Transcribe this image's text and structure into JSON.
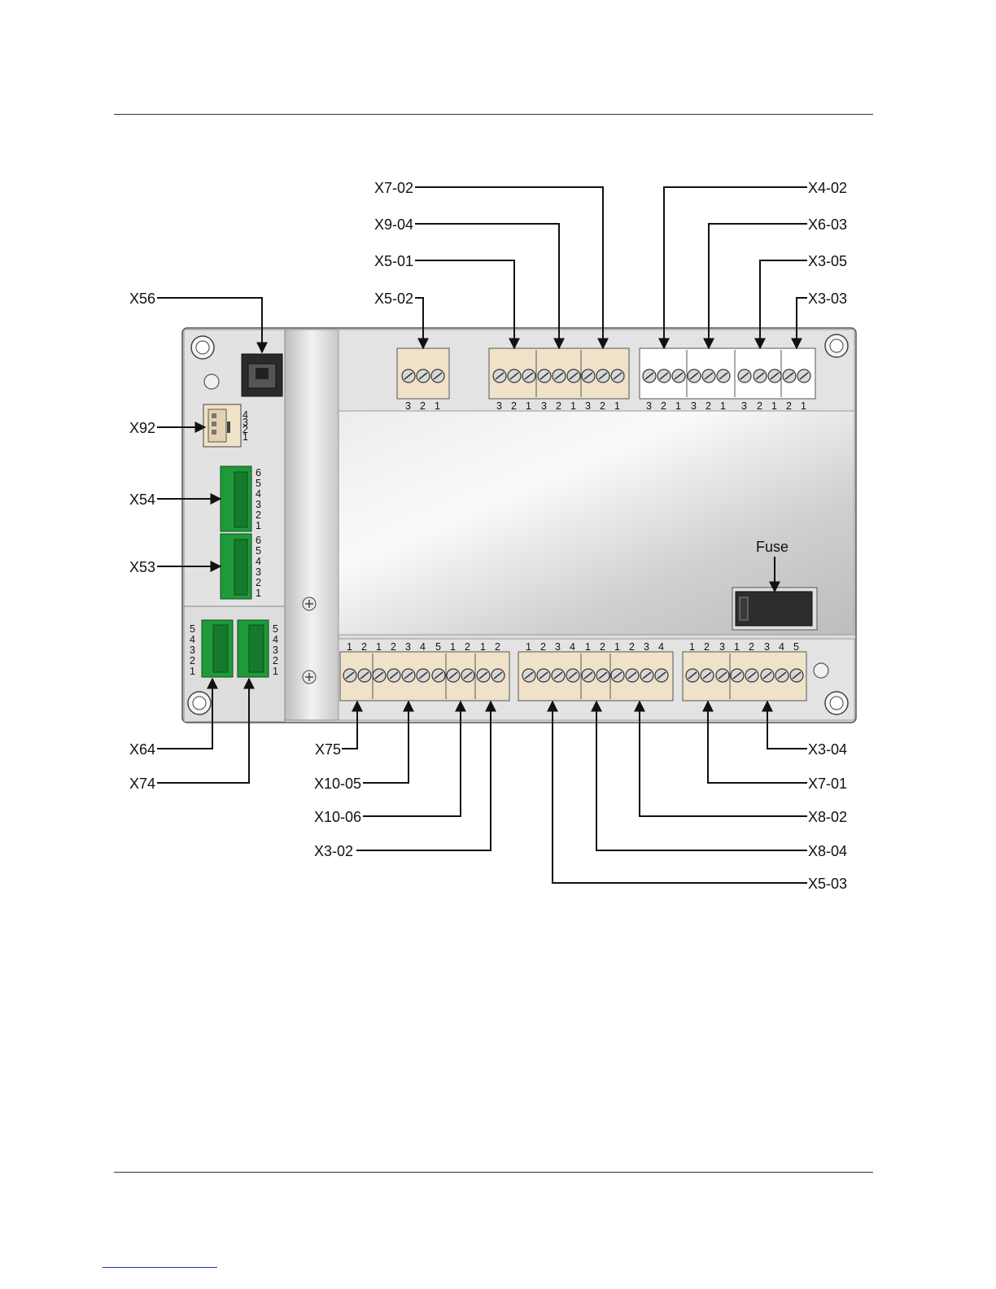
{
  "diagram": {
    "labels": {
      "x56": "X56",
      "x92": "X92",
      "x54": "X54",
      "x53": "X53",
      "x64": "X64",
      "x74": "X74",
      "x7_02": "X7-02",
      "x9_04": "X9-04",
      "x5_01": "X5-01",
      "x5_02": "X5-02",
      "x4_02": "X4-02",
      "x6_03": "X6-03",
      "x3_05": "X3-05",
      "x3_03": "X3-03",
      "x75": "X75",
      "x10_05": "X10-05",
      "x10_06": "X10-06",
      "x3_02": "X3-02",
      "x3_04": "X3-04",
      "x7_01": "X7-01",
      "x8_02": "X8-02",
      "x8_04": "X8-04",
      "x5_03": "X5-03",
      "fuse": "Fuse"
    },
    "pin_numbers": {
      "top_x5_02": [
        "3",
        "2",
        "1"
      ],
      "top_group_a": [
        "3",
        "2",
        "1",
        "3",
        "2",
        "1",
        "3",
        "2",
        "1"
      ],
      "top_group_b": [
        "3",
        "2",
        "1",
        "3",
        "2",
        "1",
        "3",
        "2",
        "1",
        "2",
        "1"
      ],
      "bottom_group_a": [
        "1",
        "2",
        "1",
        "2",
        "3",
        "4",
        "5",
        "1",
        "2",
        "1",
        "2"
      ],
      "bottom_group_b": [
        "1",
        "2",
        "3",
        "4",
        "1",
        "2",
        "1",
        "2",
        "3",
        "4"
      ],
      "bottom_group_c": [
        "1",
        "2",
        "3",
        "1",
        "2",
        "3",
        "4",
        "5"
      ],
      "x92": [
        "4",
        "3",
        "2",
        "1"
      ],
      "x54": [
        "6",
        "5",
        "4",
        "3",
        "2",
        "1"
      ],
      "x53": [
        "6",
        "5",
        "4",
        "3",
        "2",
        "1"
      ],
      "x64": [
        "5",
        "4",
        "3",
        "2",
        "1"
      ],
      "x74": [
        "5",
        "4",
        "3",
        "2",
        "1"
      ]
    },
    "colors": {
      "green_terminal": "#1f9a3a",
      "beige_terminal": "#efe2c8",
      "white_terminal": "#ffffff",
      "housing": "#d9d9d9",
      "leader": "#111111"
    }
  }
}
